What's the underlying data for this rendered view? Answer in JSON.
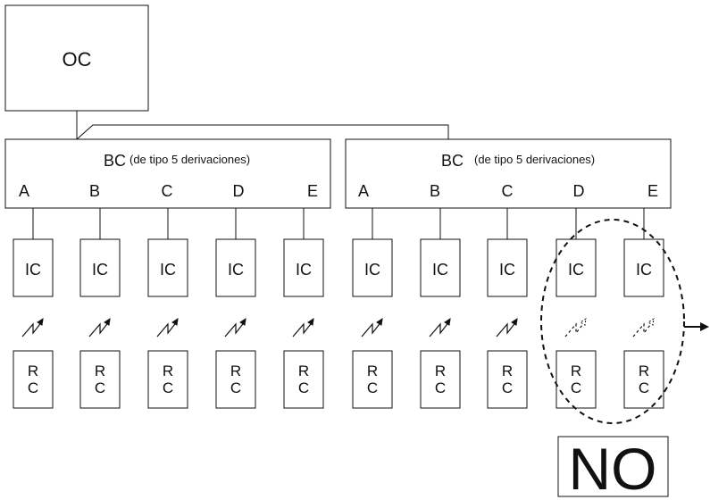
{
  "oc": {
    "label": "OC"
  },
  "branch_controllers": [
    {
      "title": "BC",
      "subtitle": "(de tipo 5 derivaciones)",
      "ports": [
        "A",
        "B",
        "C",
        "D",
        "E"
      ]
    },
    {
      "title": "BC",
      "subtitle": "(de tipo 5 derivaciones)",
      "ports": [
        "A",
        "B",
        "C",
        "D",
        "E"
      ]
    }
  ],
  "indoor_units": [
    {
      "label": "IC"
    },
    {
      "label": "IC"
    },
    {
      "label": "IC"
    },
    {
      "label": "IC"
    },
    {
      "label": "IC"
    },
    {
      "label": "IC"
    },
    {
      "label": "IC"
    },
    {
      "label": "IC"
    },
    {
      "label": "IC"
    },
    {
      "label": "IC"
    }
  ],
  "remote_controllers": [
    {
      "line1": "R",
      "line2": "C",
      "link": "solid"
    },
    {
      "line1": "R",
      "line2": "C",
      "link": "solid"
    },
    {
      "line1": "R",
      "line2": "C",
      "link": "solid"
    },
    {
      "line1": "R",
      "line2": "C",
      "link": "solid"
    },
    {
      "line1": "R",
      "line2": "C",
      "link": "solid"
    },
    {
      "line1": "R",
      "line2": "C",
      "link": "solid"
    },
    {
      "line1": "R",
      "line2": "C",
      "link": "solid"
    },
    {
      "line1": "R",
      "line2": "C",
      "link": "solid"
    },
    {
      "line1": "R",
      "line2": "C",
      "link": "dashed"
    },
    {
      "line1": "R",
      "line2": "C",
      "link": "dashed"
    }
  ],
  "verdict": {
    "label": "NO"
  }
}
